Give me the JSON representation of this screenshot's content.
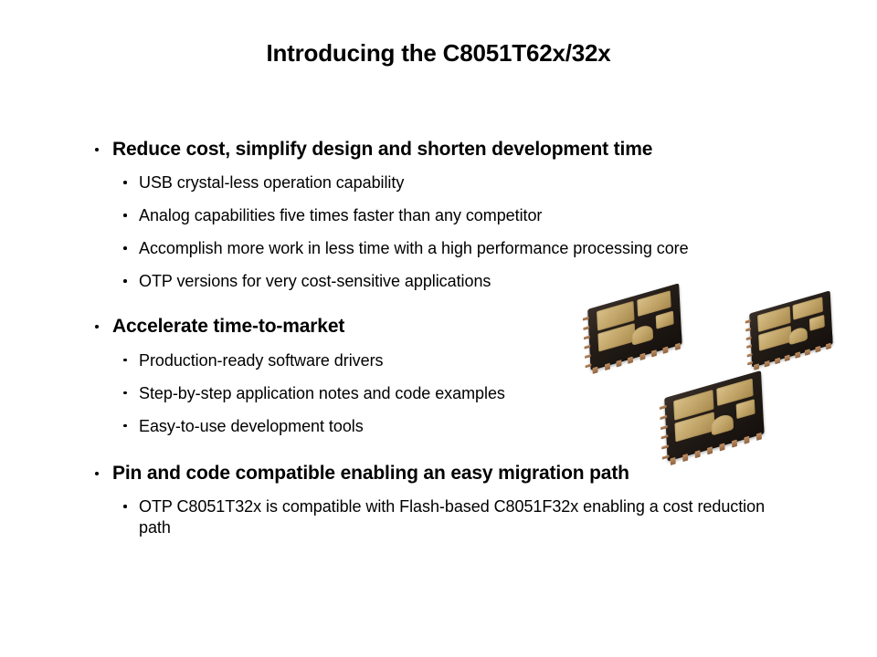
{
  "slide": {
    "title": "Introducing the C8051T62x/32x",
    "background_color": "#ffffff",
    "text_color": "#000000"
  },
  "content": {
    "groups": [
      {
        "heading": "Reduce cost, simplify design and shorten development time",
        "items": [
          "USB crystal-less operation capability",
          "Analog capabilities five times faster than any competitor",
          "Accomplish more work in less time with a high performance processing core",
          "OTP versions for very cost-sensitive applications"
        ]
      },
      {
        "heading": "Accelerate time-to-market",
        "items": [
          "Production-ready software drivers",
          "Step-by-step application notes and code examples",
          "Easy-to-use development tools"
        ]
      },
      {
        "heading": "Pin and code compatible enabling an easy migration path",
        "items": [
          "OTP C8051T32x is compatible with Flash-based C8051F32x enabling a cost reduction path"
        ]
      }
    ]
  },
  "image": {
    "caption": "photograph of three QFN-package microcontroller chips",
    "chip_count": 3,
    "package_color": "#1a1410",
    "pad_color": "#c4a86c",
    "pin_color": "#a87a52"
  }
}
